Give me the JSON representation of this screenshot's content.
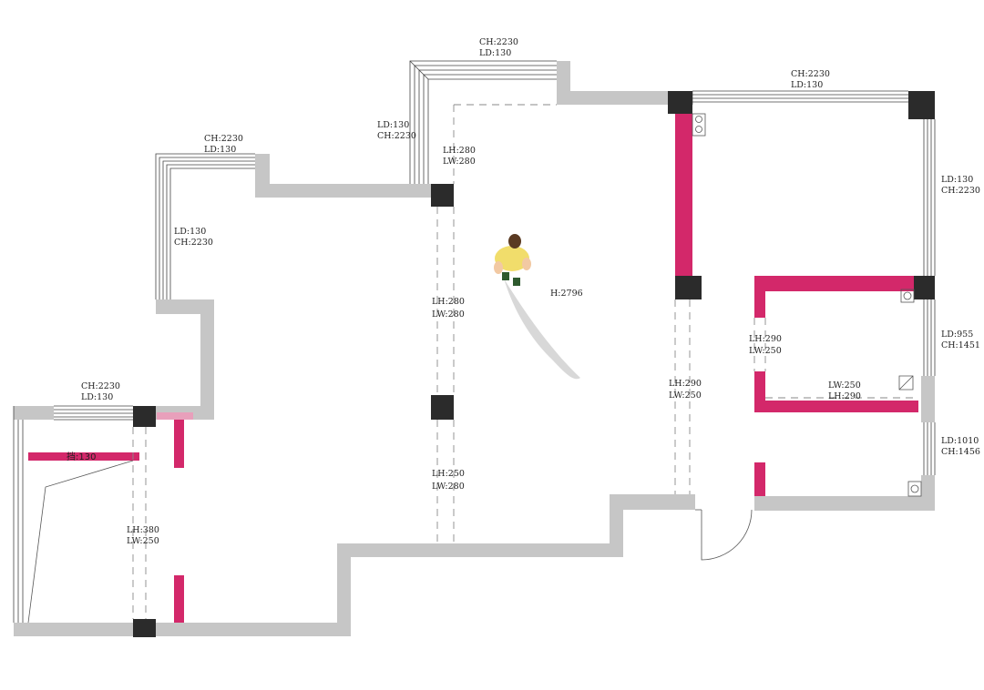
{
  "labels": {
    "win_top_mid": [
      "CH:2230",
      "LD:130"
    ],
    "win_top_right": [
      "CH:2230",
      "LD:130"
    ],
    "win_left_upper_top": [
      "CH:2230",
      "LD:130"
    ],
    "win_left_upper_side": [
      "LD:130",
      "CH:2230"
    ],
    "win_mid_side": [
      "LD:130",
      "CH:2230"
    ],
    "win_left_lower_top": [
      "CH:2230",
      "LD:130"
    ],
    "win_right_upper": [
      "LD:130",
      "CH:2230"
    ],
    "win_right_mid": [
      "LD:955",
      "CH:1451"
    ],
    "win_right_lower": [
      "LD:1010",
      "CH:1456"
    ],
    "beam_top": [
      "LH:280",
      "LW:280"
    ],
    "beam_mid1": [
      "LH:280",
      "LW:280"
    ],
    "beam_mid2": [
      "LH:250",
      "LW:280"
    ],
    "beam_right": [
      "LH:290",
      "LW:250"
    ],
    "beam_room": [
      "LH:290",
      "LW:250"
    ],
    "beam_room_h": [
      "LW:250",
      "LH:290"
    ],
    "beam_left": [
      "LH:380",
      "LW:250"
    ],
    "ceiling_height": "H:2796",
    "ledge": "挡:130"
  }
}
